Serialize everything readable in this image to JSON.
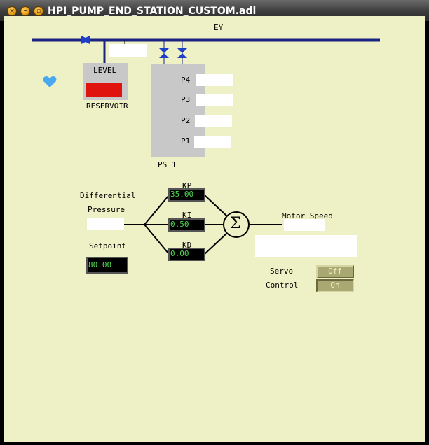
{
  "window": {
    "title": "HPI_PUMP_END_STATION_CUSTOM.adl"
  },
  "colors": {
    "background": "#eef1c6",
    "pipe": "#1a237e",
    "valve": "#1e3fc8",
    "level_fill": "#e0140e",
    "heart": "#4aa8f0",
    "tank": "#c8c8c8",
    "numeric_text": "#4fd64f"
  },
  "header": {
    "ey_label": "EY"
  },
  "reservoir": {
    "level_label": "LEVEL",
    "name": "RESERVOIR",
    "level_value": ""
  },
  "pump_station": {
    "name": "PS 1",
    "pumps": [
      {
        "label": "P4",
        "value": ""
      },
      {
        "label": "P3",
        "value": ""
      },
      {
        "label": "P2",
        "value": ""
      },
      {
        "label": "P1",
        "value": ""
      }
    ]
  },
  "pid": {
    "diff_pressure_label1": "Differential",
    "diff_pressure_label2": "Pressure",
    "diff_pressure_value": "",
    "setpoint_label": "Setpoint",
    "setpoint_value": "80.00",
    "kp_label": "KP",
    "kp_value": "35.00",
    "ki_label": "KI",
    "ki_value": "0.50",
    "kd_label": "KD",
    "kd_value": "0.00",
    "sum_symbol": "Σ",
    "motor_speed_label": "Motor Speed",
    "motor_speed_value": ""
  },
  "servo": {
    "label1": "Servo",
    "label2": "Control",
    "off_label": "Off",
    "on_label": "On",
    "state": "On"
  },
  "icons": {
    "heart": "heart-icon",
    "valve": "valve-icon",
    "close": "close-icon",
    "minimize": "minimize-icon",
    "maximize": "maximize-icon"
  }
}
